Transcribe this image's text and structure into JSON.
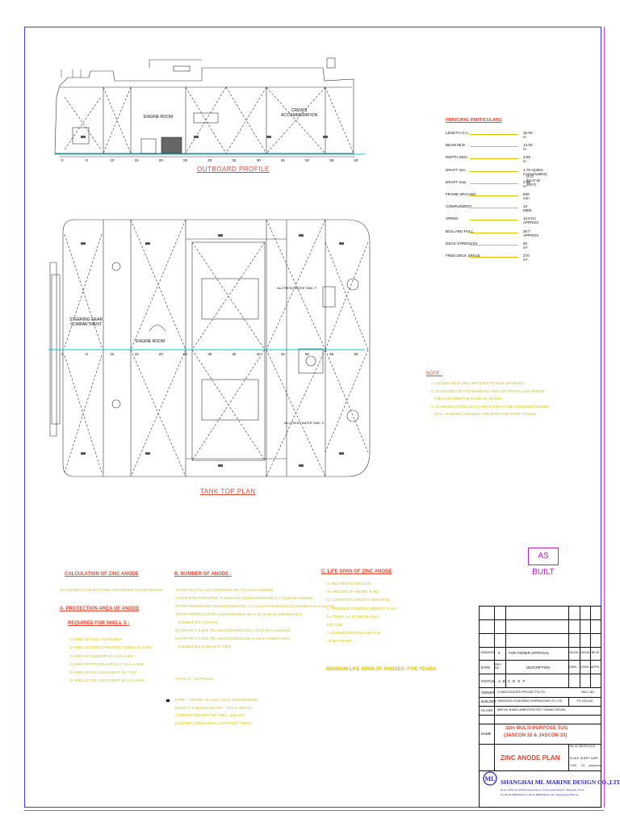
{
  "drawing": {
    "outboard_profile_title": "OUTBOARD PROFILE",
    "tank_top_plan_title": "TANK TOP PLAN",
    "frame_numbers": [
      "0",
      "5",
      "10",
      "15",
      "20",
      "25",
      "30",
      "35",
      "40",
      "45",
      "50",
      "55",
      "60"
    ],
    "profile_labels": {
      "engine_room": "ENGINE ROOM",
      "crews_accommodation": "CREW'S\nACCOMMODATION"
    },
    "plan_labels": {
      "steering_gear": "STEERING GEAR\nCOMPARTMENT",
      "engine_room": "ENGINE ROOM",
      "fresh_water_p": "No.2 FRESH WATER TANK, P",
      "fresh_water_s": "No.2 FRESH WATER TANK, S"
    }
  },
  "principal_particulars": {
    "title": "PRINCIPAL PARTICULARS",
    "rows": [
      {
        "label": "LENGTH O.A.",
        "value": "32.00 m"
      },
      {
        "label": "BEAM MLD.",
        "value": "14.50 m"
      },
      {
        "label": "DEPTH MLD.",
        "value": "3.55 m"
      },
      {
        "label": "DRAFT min.",
        "value": "1.70 m(45% Consumables)"
      },
      {
        "label": "",
        "value": "(F.O 51t+F.W 30m³)"
      },
      {
        "label": "DRAFT max.",
        "value": "2.55 m"
      },
      {
        "label": "FRAME SPACING",
        "value": "500 mm"
      },
      {
        "label": "COMPLEMENT",
        "value": "10 MEN"
      },
      {
        "label": "SPEED",
        "value": "10.5 Kn APPROX"
      },
      {
        "label": "BOLLARD PULL",
        "value": "25 T  APPROX"
      },
      {
        "label": "DECK STRENGTH",
        "value": "5t/ m²"
      },
      {
        "label": "FREE DECK SPACE",
        "value": "270 m²"
      }
    ]
  },
  "note": {
    "title": "NOTE :",
    "lines": [
      "1. ANODES MUST BE CERTIFIED TO NON-SPARKING.",
      "2. NO ANODES IN THE WORKING AREA OF PROPELLER WHERE",
      "   THEY DISTURB THE FLOW OF WATER.",
      "3. STAINLESS STEEL NUTS AND STUDS TO BE ANODISED LEADED",
      "   HULL, RUDDER, NOZZLES AND BOW THRUSTER TUNNEL."
    ]
  },
  "as_built": "AS BUILT",
  "calculation": {
    "title": "CALCULATION OF ZINC ANODE",
    "subtitle": "ALL ANODES FOR DATA ARE ACCORDING TO CB/T3855-90",
    "section_a": "A. PROTECTION AREA OF ANODE",
    "section_a_sub": "REQUIRED FOR SHELL S :",
    "items": [
      "1) AREA OF HULL S1 578.40m²",
      "2) AREA OF BOW THRUSTER TUNNEL S2 0.8m²",
      "3) AREA OF RUDDER S3 2.3x2=4.6m²",
      "4) AREA OF PROPELLER S4 2.74x2=5.48m²",
      "5) AREA OF NO.1 SEACHEST S5 7.2m²",
      "6) AREA OF NO.2 SEACHEST S6 14.8=38m²"
    ]
  },
  "number_of_anode": {
    "title": "B. NUMBER OF ANODE :",
    "items": [
      "1) FOR HULL N1=S1x220/(2480x0.35) (76 pieces installed)",
      "2) FOR BOW THRUSTER TUNNEL N2=S2x60/(2480x0.35)=0.5 (4 pieces installed)",
      "3) FOR RUDDER N3=S3x220/(2480x0.35)=1.4 (2 pieces installed each) (installed 2x3=6 pieces)",
      "4) FOR PROPELLER N4=S4x220/(2480x0.35)=1.39 (2 pieces installed each)",
      "   (installed 2x3=6 pieces)",
      "5) FOR NO.1 S.W.B. N5=S5x220/(2480x0.35)=1.04 (1 piece installed)",
      "6) FOR NO.2 S.W.B. N6=S6x220/(2480x0.35) (1 piece installed each)",
      "   (installed 2x3=6 pieces for P&S)"
    ],
    "total": "TOTAL N = 94 PIECES",
    "footer": [
      "PART :   ANODE, W=1.5x1.5x0.5, 400x150x50mm",
      "WEIGHT: 9.0kg PER BLOCK , TOTAL 350 Ton",
      "CURRENT DENSITY OF HULL : 10mA/m²",
      "ELECTRIC MECHANICAL CAPACITY: 780mA"
    ]
  },
  "life_span": {
    "title": "C. LIFE SPAN OF ZINC ANODE",
    "items": [
      "Y=Nx0.780/(Sx0.0001x10)",
      "W: WEIGHT OF ANODE, 9.0kg",
      "Q: CURRENT CAPACITY, 780mAh/kg",
      "I₀: PRODUCE CURRENT DENSITY 0.14A",
      "Iₘ=780mA, Iₘ=0.78x0.35=3 mA",
      "K/R: 0.85",
      "Y=(0.0394x780)/(8.6x0.38)=5.58",
      "=5.387 YEARS"
    ],
    "conclusion": "MINIMUM LIFE SPAN OF ANODES: FIVE YEARS."
  },
  "title_block": {
    "revision_row": {
      "rev": "0",
      "description": "FOR OWNER APPROVAL",
      "drawn": "HUZJA",
      "checked": "HUZJA",
      "approved": "BLUE"
    },
    "header_row": {
      "date": "DATE",
      "rev_no": "REV. No.",
      "description": "DESCRIPTION",
      "drwn": "DWN",
      "chkd": "CHKD",
      "appd": "APPD."
    },
    "status_label": "STATUS",
    "status_value": "A B C D E F",
    "owner_label": "OWNER",
    "owner_value": "CONSOLIDATED PROJECTS LTD.",
    "hull_no_label": "HULL NO.",
    "hull_no_value": "YS-103,104",
    "builder_label": "BUILDER",
    "builder_value": "YANGZHOU DONGMING SHIPBUILDING CO.,LTD",
    "class_label": "CLASS",
    "class_value": "ABS+A1 ❦AMS UNRESTRICTED TOWING VESSEL",
    "name_label": "NAME",
    "name_value_1": "32m MULTI-PURPOSE TUG",
    "name_value_2": "(JASCON 32 & JASCON 33)",
    "drawing_title": "ZINC ANODE PLAN",
    "dwg_no": "ML-JC-300-PS-5J13",
    "scale_label": "SCALE",
    "sheet_label": "SHEET",
    "date_label": "DATE",
    "scale_value": "1:100",
    "sheet_value": "1/1",
    "date_value": "2006/09/18",
    "company": "SHANGHAI ML MARINE  DESIGN CO.,LTD",
    "company_addr": "Room 1605, No.1018 Pudong Avenue, Pudong New District, Shanghai, China",
    "company_tel": "Tel: 86-21-58851050  Fax: 86-21-58851050  E-mail: mldesign@sh163.net"
  }
}
